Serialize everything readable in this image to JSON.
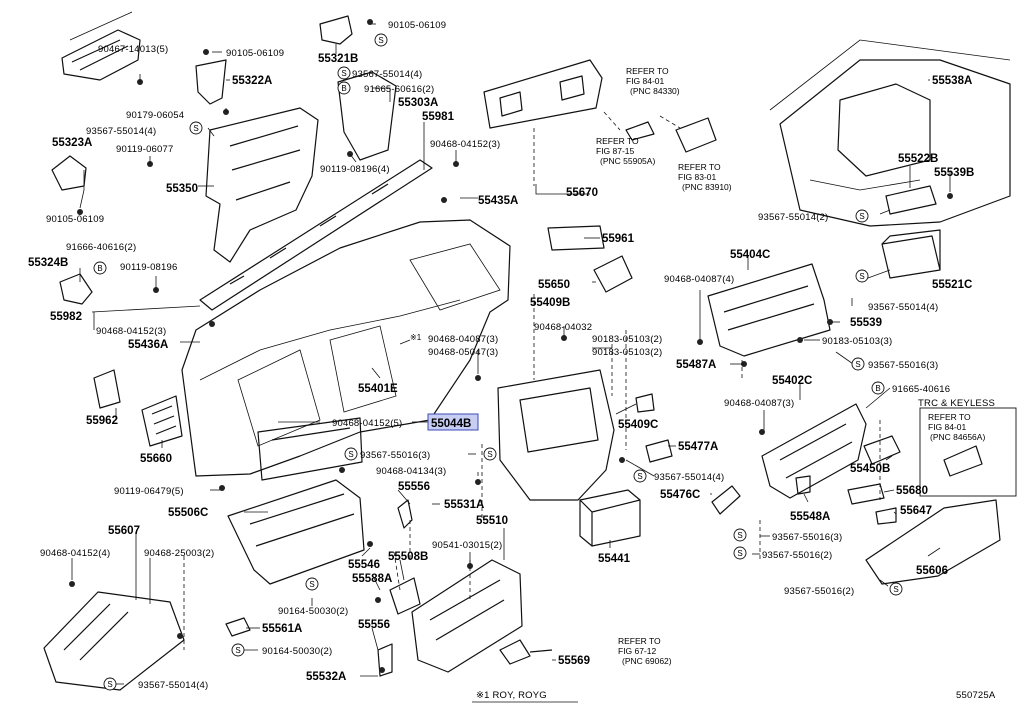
{
  "diagram_id": "550725A",
  "footnote": "※1 ROY, ROYG",
  "footnote_mark": "※1",
  "highlight": "55044B",
  "symbol_letters": {
    "S": "S",
    "B": "B"
  },
  "labels": {
    "p55321B": "55321B",
    "p90105_06109_a": "90105-06109",
    "p90467_14013": "90467-14013(5)",
    "p90105_06109_b": "90105-06109",
    "p55322A": "55322A",
    "p90179_06054": "90179-06054",
    "p93567_55014_4_a": "93567-55014(4)",
    "p91665_60616": "91665-60616(2)",
    "p55303A": "55303A",
    "p55981": "55981",
    "p93567_55014_4_b": "93567-55014(4)",
    "p55323A": "55323A",
    "p90119_06077": "90119-06077",
    "p90468_04152_3_a": "90468-04152(3)",
    "p90119_08196_4": "90119-08196(4)",
    "p55350": "55350",
    "p55435A": "55435A",
    "p90105_06109_c": "90105-06109",
    "p55670": "55670",
    "p55961": "55961",
    "p91666_40616": "91666-40616(2)",
    "p55324B": "55324B",
    "p90119_08196": "90119-08196",
    "p55650": "55650",
    "p55982": "55982",
    "p90468_04152_3_b": "90468-04152(3)",
    "p55436A": "55436A",
    "p55409B": "55409B",
    "p90468_04087_3_a": "90468-04087(3)",
    "p90468_05047": "90468-05047(3)",
    "p90468_04032": "90468-04032",
    "p90183_05103_2_a": "90183-05103(2)",
    "p90183_05103_2_b": "90183-05103(2)",
    "p55401E": "55401E",
    "p55962": "55962",
    "p90468_04152_5": "90468-04152(5)",
    "p55044B": "55044B",
    "p55660": "55660",
    "p93567_55016_3_a": "93567-55016(3)",
    "p90468_04134": "90468-04134(3)",
    "p90119_06479": "90119-06479(5)",
    "p55556_a": "55556",
    "p55531A": "55531A",
    "p55506C": "55506C",
    "p55510": "55510",
    "p55409C": "55409C",
    "p55477A": "55477A",
    "p93567_55014_4_c": "93567-55014(4)",
    "p55476C": "55476C",
    "p55441": "55441",
    "p55607": "55607",
    "p90468_04152_4": "90468-04152(4)",
    "p90468_25003": "90468-25003(2)",
    "p55546": "55546",
    "p55508B": "55508B",
    "p90541_03015": "90541-03015(2)",
    "p55588A": "55588A",
    "p90164_50030_2_a": "90164-50030(2)",
    "p55561A": "55561A",
    "p55556_b": "55556",
    "p90164_50030_2_b": "90164-50030(2)",
    "p55569": "55569",
    "p93567_55014_4_d": "93567-55014(4)",
    "p55532A": "55532A",
    "p55538A": "55538A",
    "p55522B": "55522B",
    "p55539B": "55539B",
    "p93567_55014_2": "93567-55014(2)",
    "p55404C": "55404C",
    "p90468_04087_4": "90468-04087(4)",
    "p55521C": "55521C",
    "p93567_55014_4_e": "93567-55014(4)",
    "p55539": "55539",
    "p90183_05103_3": "90183-05103(3)",
    "p55487A": "55487A",
    "p93567_55016_3_b": "93567-55016(3)",
    "p55402C": "55402C",
    "p91665_40616": "91665-40616",
    "p90468_04087_3_b": "90468-04087(3)",
    "p55450B": "55450B",
    "p55680": "55680",
    "p55548A": "55548A",
    "p55647": "55647",
    "p93567_55016_3_c": "93567-55016(3)",
    "p93567_55016_2_a": "93567-55016(2)",
    "p55606": "55606",
    "p93567_55016_2_b": "93567-55016(2)",
    "trc_keyless": "TRC & KEYLESS",
    "ref_84_01_a": [
      "REFER TO",
      "FIG 84-01",
      "(PNC 84330)"
    ],
    "ref_87_15": [
      "REFER TO",
      "FIG 87-15",
      "(PNC 55905A)"
    ],
    "ref_83_01": [
      "REFER TO",
      "FIG 83-01",
      "(PNC 83910)"
    ],
    "ref_84_01_b": [
      "REFER TO",
      "FIG 84-01",
      "(PNC 84656A)"
    ],
    "ref_67_12": [
      "REFER TO",
      "FIG 67-12",
      "(PNC 69062)"
    ]
  }
}
